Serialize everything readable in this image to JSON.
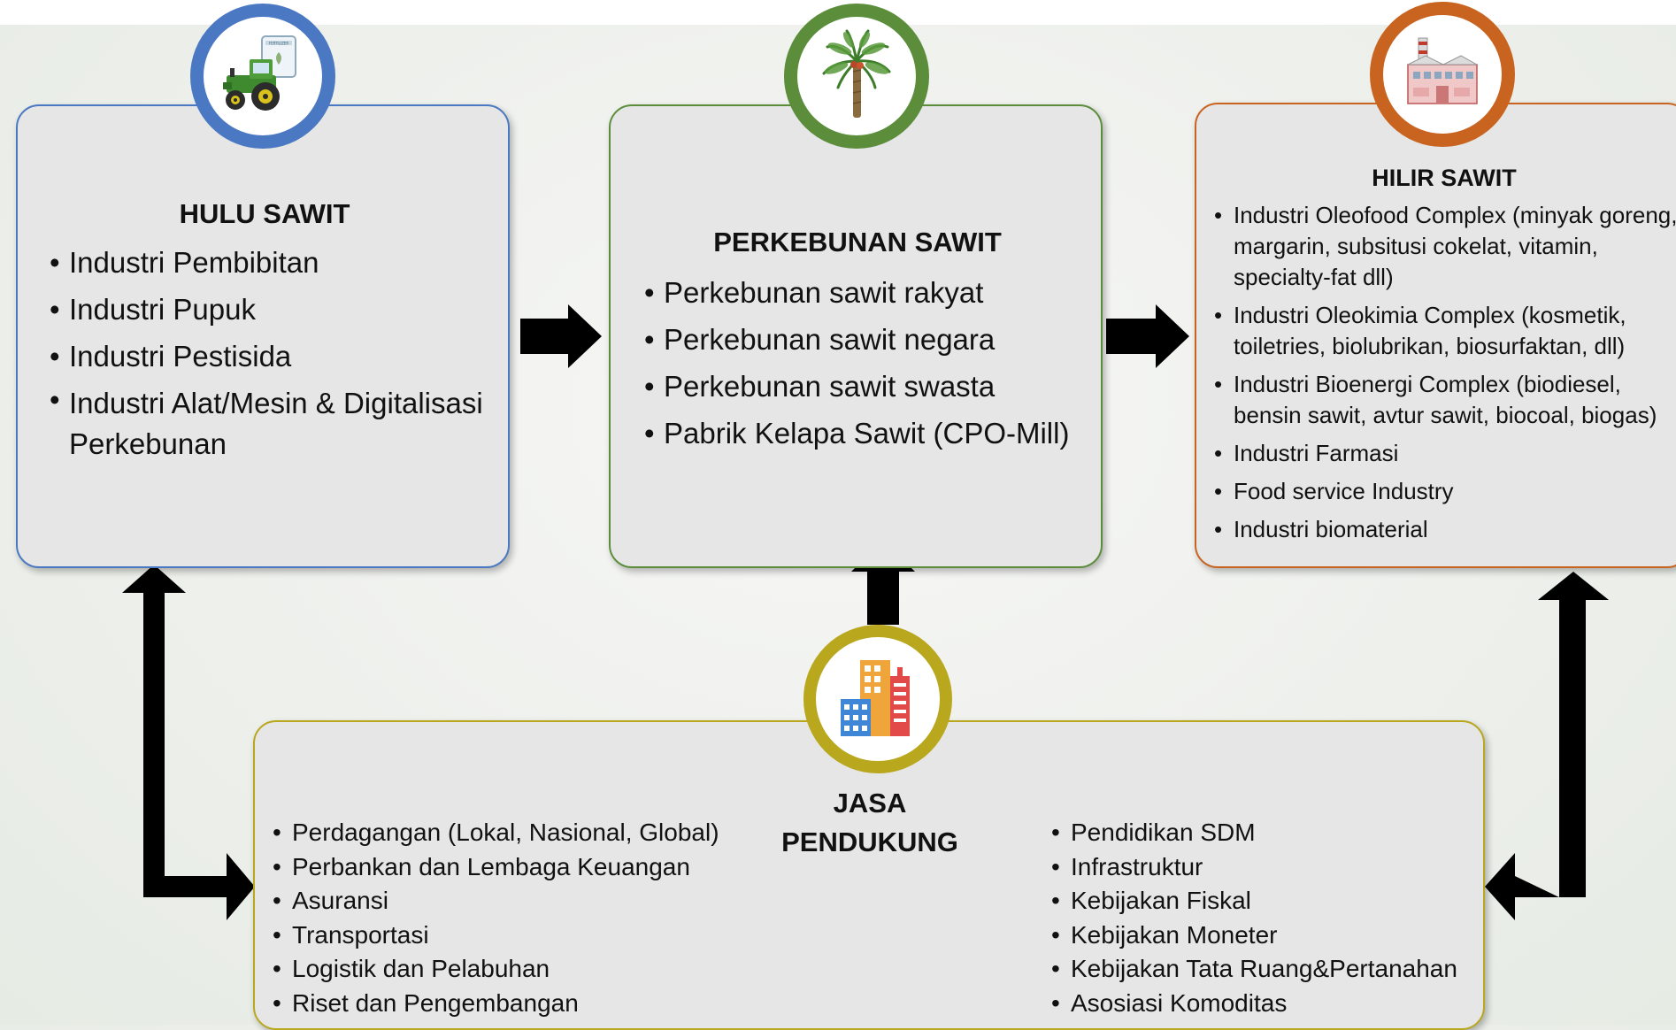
{
  "colors": {
    "hulu": "#4a78c2",
    "perkebunan": "#5b8d3b",
    "hilir": "#c86420",
    "jasa": "#b9a71e",
    "box_fill": "#e6e6e6",
    "arrow": "#000000"
  },
  "icons": {
    "hulu": "tractor-icon",
    "perkebunan": "palm-tree-icon",
    "hilir": "factory-icon",
    "jasa": "buildings-icon"
  },
  "hulu": {
    "title": "HULU SAWIT",
    "items": [
      "Industri Pembibitan",
      "Industri Pupuk",
      "Industri Pestisida",
      "Industri Alat/Mesin & Digitalisasi Perkebunan"
    ],
    "icon_label": "FERTILIZER"
  },
  "perkebunan": {
    "title": "PERKEBUNAN SAWIT",
    "items": [
      "Perkebunan sawit rakyat",
      "Perkebunan sawit negara",
      "Perkebunan sawit swasta",
      "Pabrik Kelapa Sawit (CPO-Mill)"
    ]
  },
  "hilir": {
    "title": "HILIR SAWIT",
    "items": [
      "Industri Oleofood Complex (minyak goreng, margarin, subsitusi cokelat, vitamin, specialty-fat dll)",
      "Industri Oleokimia Complex (kosmetik, toiletries, biolubrikan, biosurfaktan, dll)",
      "Industri Bioenergi Complex (biodiesel, bensin sawit, avtur sawit, biocoal, biogas)",
      "Industri Farmasi",
      "Food service Industry",
      "Industri biomaterial"
    ]
  },
  "jasa": {
    "title_line1": "JASA",
    "title_line2": "PENDUKUNG",
    "left_items": [
      "Perdagangan (Lokal, Nasional, Global)",
      "Perbankan dan Lembaga Keuangan",
      "Asuransi",
      "Transportasi",
      "Logistik dan Pelabuhan",
      "Riset dan Pengembangan"
    ],
    "right_items": [
      "Pendidikan SDM",
      "Infrastruktur",
      "Kebijakan Fiskal",
      "Kebijakan Moneter",
      "Kebijakan Tata Ruang&Pertanahan",
      "Asosiasi Komoditas"
    ]
  }
}
